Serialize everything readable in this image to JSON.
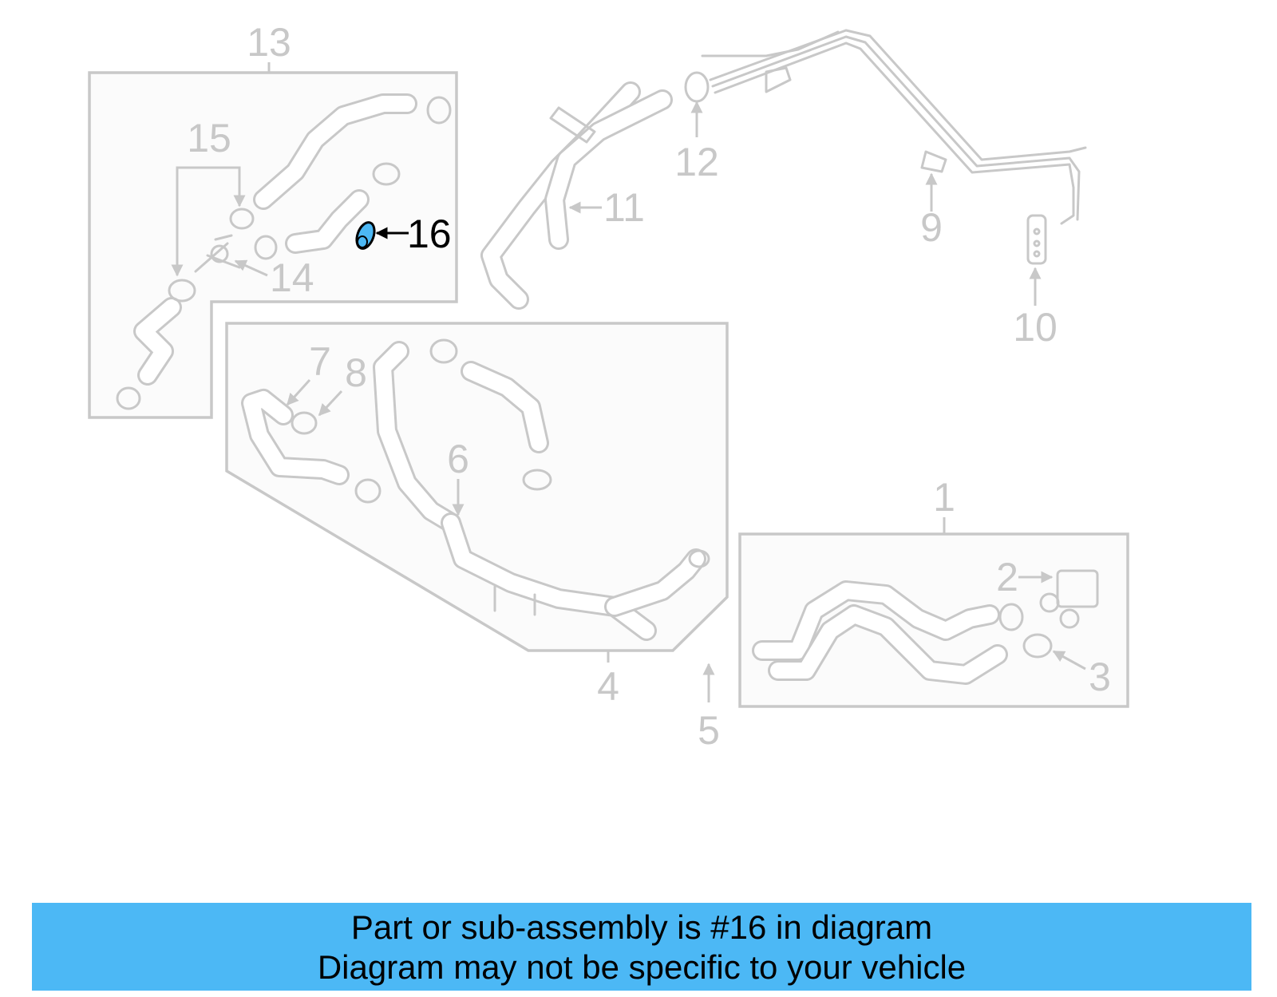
{
  "diagram": {
    "callouts": [
      {
        "id": "1",
        "label": "1"
      },
      {
        "id": "2",
        "label": "2"
      },
      {
        "id": "3",
        "label": "3"
      },
      {
        "id": "4",
        "label": "4"
      },
      {
        "id": "5",
        "label": "5"
      },
      {
        "id": "6",
        "label": "6"
      },
      {
        "id": "7",
        "label": "7"
      },
      {
        "id": "8",
        "label": "8"
      },
      {
        "id": "9",
        "label": "9"
      },
      {
        "id": "10",
        "label": "10"
      },
      {
        "id": "11",
        "label": "11"
      },
      {
        "id": "12",
        "label": "12"
      },
      {
        "id": "13",
        "label": "13"
      },
      {
        "id": "14",
        "label": "14"
      },
      {
        "id": "15",
        "label": "15"
      },
      {
        "id": "16",
        "label": "16"
      }
    ],
    "highlighted_part": "16",
    "colors": {
      "highlight_fill": "#4cb8f5",
      "part_lines": "#c8c8c8",
      "highlight_label": "#000000"
    }
  },
  "banner": {
    "line1": "Part or sub-assembly is #16 in diagram",
    "line2": "Diagram may not be specific to your vehicle",
    "background": "#4cb8f5"
  }
}
